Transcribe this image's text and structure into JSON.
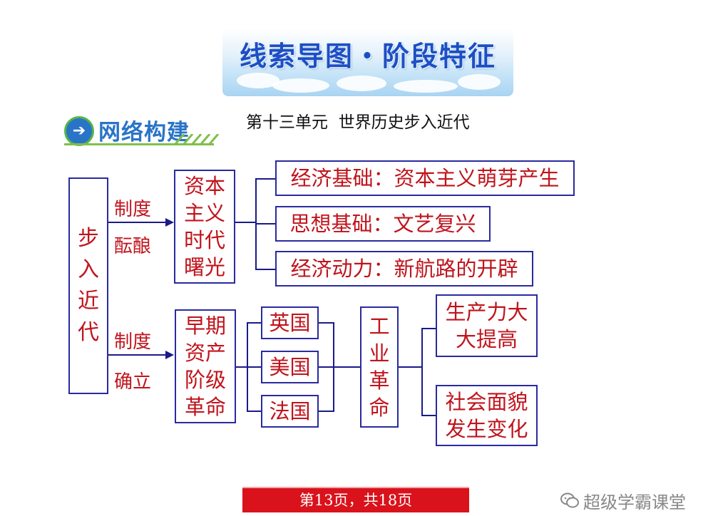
{
  "header": {
    "title": "线索导图・阶段特征"
  },
  "section": {
    "title": "网络构建",
    "icon": "arrow-right-icon"
  },
  "unit": {
    "title": "第十三单元  世界历史步入近代"
  },
  "root": {
    "label": "步入近代"
  },
  "edges": {
    "top": "制度酝酿",
    "bottom": "制度确立"
  },
  "branch_top": {
    "label": "资本主义时代曙光",
    "children": [
      "经济基础：资本主义萌芽产生",
      "思想基础：文艺复兴",
      "经济动力：新航路的开辟"
    ]
  },
  "branch_bottom": {
    "label": "早期资产阶级革命",
    "countries": [
      "英国",
      "美国",
      "法国"
    ],
    "revolution": "工业革命",
    "results": [
      "生产力大大提高",
      "社会面貌发生变化"
    ]
  },
  "footer": {
    "page": "第13页，共18页"
  },
  "watermark": {
    "text": "超级学霸课堂",
    "icon": "wechat-icon"
  },
  "colors": {
    "box_text": "#c0141c",
    "box_border": "#2a2aa0",
    "line": "#1a1a8a",
    "banner_text": "#1d4fc4",
    "footer_bg": "#d9121b"
  }
}
